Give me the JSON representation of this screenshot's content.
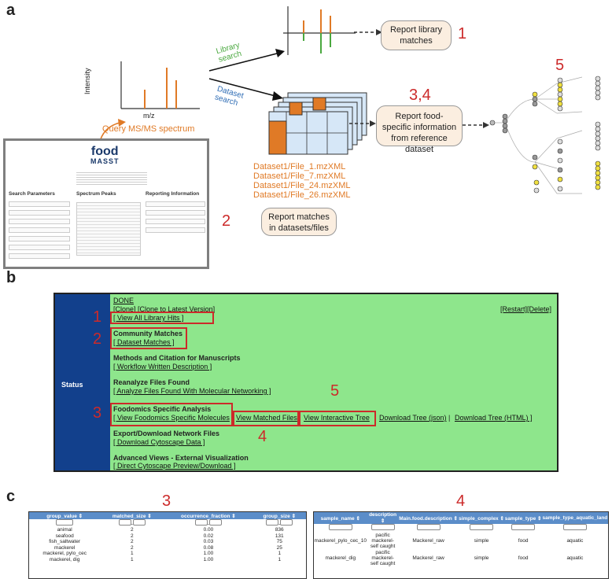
{
  "panel_a": {
    "letter": "a",
    "library_arrow_label": "Library\nsearch",
    "dataset_arrow_label": "Dataset\nsearch",
    "spectrum_ylabel": "Intensity",
    "spectrum_xlabel": "m/z",
    "query_caption": "Query MS/MS spectrum",
    "report_library": "Report library matches",
    "num_1": "1",
    "report_foodinfo": "Report food-specific information from reference dataset",
    "num_34": "3,4",
    "report_datasets": "Report matches in datasets/files",
    "num_2": "2",
    "num_5": "5",
    "files": [
      "Dataset1/File_1.mzXML",
      "Dataset1/File_7.mzXML",
      "Dataset1/File_24.mzXML",
      "Dataset1/File_26.mzXML"
    ],
    "masst": {
      "logo_top": "food",
      "logo_bottom": "MASST",
      "col1_title": "Search Parameters",
      "col2_title": "Spectrum Peaks",
      "col3_title": "Reporting Information"
    }
  },
  "panel_b": {
    "letter": "b",
    "status_label": "Status",
    "done": "DONE",
    "clone": "[Clone] [Clone to Latest Version]",
    "restart": "[Restart][Delete]",
    "view_library_hits": "[ View All Library Hits ]",
    "community_title": "Community Matches",
    "dataset_matches": "[ Dataset Matches ]",
    "methods_title": "Methods and Citation for Manuscripts",
    "workflow_desc": "[ Workflow Written Description ]",
    "reanalyze_title": "Reanalyze Files Found",
    "analyze_files": "[ Analyze Files Found With Molecular Networking ]",
    "foodomics_title": "Foodomics Specific Analysis",
    "view_food_molecules": "[ View Foodomics Specific Molecules",
    "view_matched_files": "View Matched Files",
    "view_tree": "View Interactive Tree",
    "download_json": "Download Tree (json)",
    "sep": "|",
    "download_html": "Download Tree (HTML) ]",
    "export_title": "Export/Download Network Files",
    "download_cyto": "[ Download Cytoscape Data ]",
    "advanced_title": "Advanced Views - External Visualization",
    "cyto_preview": "[ Direct Cytoscape Preview/Download ]",
    "num_1": "1",
    "num_2": "2",
    "num_3": "3",
    "num_4": "4",
    "num_5": "5"
  },
  "panel_c": {
    "letter": "c",
    "num_3": "3",
    "num_4": "4",
    "table1": {
      "headers": [
        "group_value",
        "matched_size",
        "occurrence_fraction",
        "group_size"
      ],
      "rows": [
        [
          "animal",
          "2",
          "0.00",
          "836"
        ],
        [
          "seafood",
          "2",
          "0.02",
          "131"
        ],
        [
          "fish_saltwater",
          "2",
          "0.03",
          "75"
        ],
        [
          "mackerel",
          "2",
          "0.08",
          "25"
        ],
        [
          "mackerel, pylo_cec",
          "1",
          "1.00",
          "1"
        ],
        [
          "mackerel, dig",
          "1",
          "1.00",
          "1"
        ]
      ]
    },
    "table2": {
      "headers": [
        "sample_name",
        "description",
        "Main.food.description",
        "simple_complex",
        "sample_type",
        "sample_type_aquatic_land"
      ],
      "rows": [
        [
          "mackerel_pylo_cec_10",
          "pacific mackerel- self caught",
          "Mackerel_raw",
          "simple",
          "food",
          "aquatic"
        ],
        [
          "mackerel_dig",
          "pacific mackerel- self caught",
          "Mackerel_raw",
          "simple",
          "food",
          "aquatic"
        ]
      ]
    }
  },
  "colors": {
    "orange": "#e07a26",
    "green": "#4aa83f",
    "blue": "#2f6db5",
    "red": "#cc2a2a",
    "status_blue": "#12408c",
    "status_green": "#8ee68c",
    "table_header": "#5b8dc9"
  }
}
